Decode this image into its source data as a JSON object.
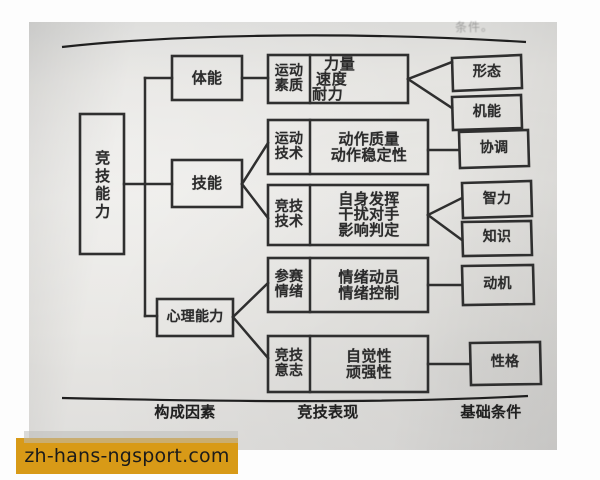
{
  "page": {
    "watermark": "zh-hans-ngsport.com",
    "header_fragment": "条件。"
  },
  "diagram": {
    "root": {
      "label": "竞技能力"
    },
    "branches": [
      {
        "name": "physical",
        "label": "体能"
      },
      {
        "name": "skill",
        "label": "技能"
      },
      {
        "name": "psychological",
        "label": "心理能力"
      }
    ],
    "rows": [
      {
        "name": "sport-quality",
        "category": "运动\n素质",
        "detail_lines": [
          "力量",
          "速度",
          "耐力"
        ],
        "overlapped": true
      },
      {
        "name": "sport-technique",
        "category": "运动\n技术",
        "detail_lines": [
          "动作质量",
          "动作稳定性"
        ],
        "overlapped": false
      },
      {
        "name": "competition-tactics",
        "category": "竞技\n技术",
        "detail_lines": [
          "自身发挥",
          "干扰对手",
          "影响判定"
        ],
        "overlapped": false
      },
      {
        "name": "competition-emotion",
        "category": "参赛\n情绪",
        "detail_lines": [
          "情绪动员",
          "情绪控制"
        ],
        "overlapped": false
      },
      {
        "name": "competition-will",
        "category": "竞技\n意志",
        "detail_lines": [
          "自觉性",
          "顽强性"
        ],
        "overlapped": false
      }
    ],
    "outcomes": [
      {
        "name": "form",
        "label": "形态"
      },
      {
        "name": "function",
        "label": "机能"
      },
      {
        "name": "coordination",
        "label": "协调"
      },
      {
        "name": "intelligence",
        "label": "智力"
      },
      {
        "name": "knowledge",
        "label": "知识"
      },
      {
        "name": "motivation",
        "label": "动机"
      },
      {
        "name": "character",
        "label": "性格"
      }
    ],
    "footer_labels": [
      {
        "name": "constituent-factors",
        "label": "构成因素"
      },
      {
        "name": "competitive-display",
        "label": "竞技表现"
      },
      {
        "name": "basic-conditions",
        "label": "基础条件"
      }
    ]
  },
  "colors": {
    "ink": "#2b2b2b",
    "paper": "#e7e6e3",
    "watermark_bg": "#d89a17"
  }
}
